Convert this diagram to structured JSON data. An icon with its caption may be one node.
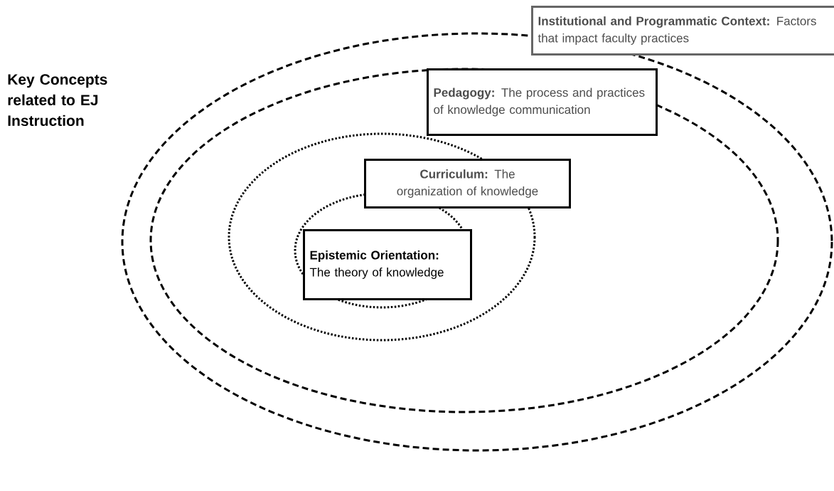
{
  "diagram": {
    "title": "Key Concepts related to EJ Instruction",
    "nodes": [
      {
        "text": [
          "**Institutional and Programmatic Context:** Factors that impact faculty practices"
        ]
      },
      {
        "text": [
          "**Pedagogy:** The process and practices of knowledge communication"
        ]
      },
      {
        "text": [
          "**Curriculum:** The organization of knowledge"
        ]
      },
      {
        "text": [
          "**Epistemic Orientation:** The theory of knowledge"
        ]
      }
    ]
  }
}
